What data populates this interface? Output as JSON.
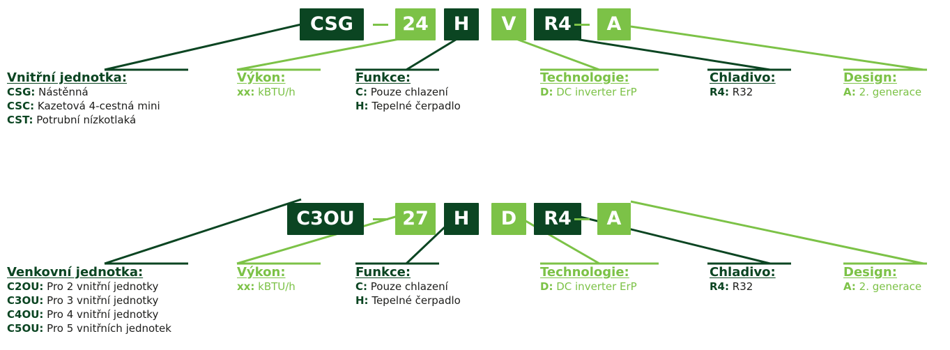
{
  "colors": {
    "dark": "#0b4522",
    "light": "#7cc247",
    "text": "#1d1d1b"
  },
  "top": {
    "code": [
      "CSG",
      "24",
      "H",
      "V",
      "R4",
      "A"
    ],
    "fields": [
      {
        "title": "Vnitřní jednotka:",
        "items": [
          {
            "k": "CSG:",
            "v": " Nástěnná"
          },
          {
            "k": "CSC:",
            "v": " Kazetová 4-cestná mini"
          },
          {
            "k": "CST:",
            "v": " Potrubní nízkotlaká"
          }
        ]
      },
      {
        "title": "Výkon:",
        "items": [
          {
            "k": "xx:",
            "v": " kBTU/h"
          }
        ]
      },
      {
        "title": "Funkce:",
        "items": [
          {
            "k": "C:",
            "v": " Pouze chlazení"
          },
          {
            "k": "H:",
            "v": " Tepelné čerpadlo"
          }
        ]
      },
      {
        "title": "Technologie:",
        "items": [
          {
            "k": "D:",
            "v": " DC inverter ErP"
          }
        ]
      },
      {
        "title": "Chladivo:",
        "items": [
          {
            "k": "R4:",
            "v": " R32"
          }
        ]
      },
      {
        "title": "Design:",
        "items": [
          {
            "k": "A:",
            "v": " 2. generace"
          }
        ]
      }
    ]
  },
  "bottom": {
    "code": [
      "C3OU",
      "27",
      "H",
      "D",
      "R4",
      "A"
    ],
    "fields": [
      {
        "title": "Venkovní jednotka:",
        "items": [
          {
            "k": "C2OU:",
            "v": " Pro 2 vnitřní jednotky"
          },
          {
            "k": "C3OU:",
            "v": " Pro 3 vnitřní jednotky"
          },
          {
            "k": "C4OU:",
            "v": " Pro 4 vnitřní jednotky"
          },
          {
            "k": "C5OU:",
            "v": " Pro 5 vnitřních jednotek"
          }
        ]
      },
      {
        "title": "Výkon:",
        "items": [
          {
            "k": "xx:",
            "v": " kBTU/h"
          }
        ]
      },
      {
        "title": "Funkce:",
        "items": [
          {
            "k": "C:",
            "v": " Pouze chlazení"
          },
          {
            "k": "H:",
            "v": " Tepelné čerpadlo"
          }
        ]
      },
      {
        "title": "Technologie:",
        "items": [
          {
            "k": "D:",
            "v": " DC inverter ErP"
          }
        ]
      },
      {
        "title": "Chladivo:",
        "items": [
          {
            "k": "R4:",
            "v": " R32"
          }
        ]
      },
      {
        "title": "Design:",
        "items": [
          {
            "k": "A:",
            "v": " 2. generace"
          }
        ]
      }
    ]
  }
}
